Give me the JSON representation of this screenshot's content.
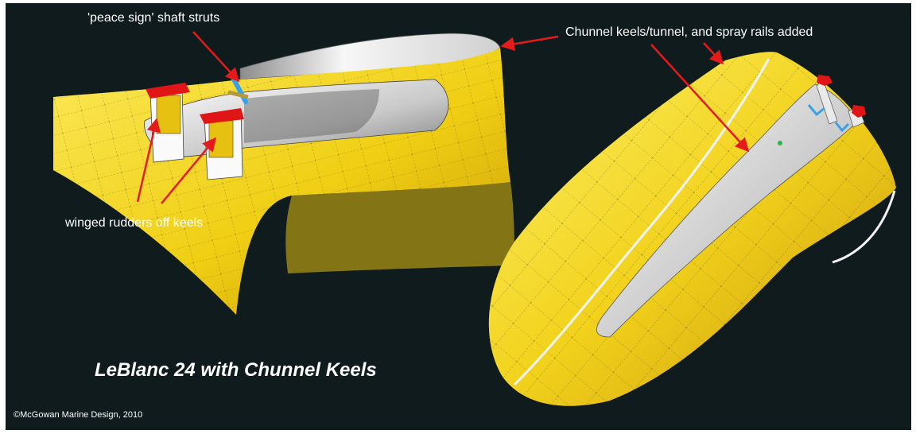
{
  "title": "LeBlanc 24 with Chunnel Keels",
  "copyright": "©McGowan Marine Design, 2010",
  "annotations": {
    "struts": "'peace sign' shaft struts",
    "chunnel": "Chunnel keels/tunnel, and spray rails added",
    "rudders": "winged rudders off keels"
  },
  "colors": {
    "background": "#0f1b1c",
    "hull_yellow": "#f2d21c",
    "hull_white": "#f2f2f2",
    "arrow_red": "#e51b1b",
    "strut_blue": "#3aa0e8",
    "rudder_red": "#e01515"
  }
}
